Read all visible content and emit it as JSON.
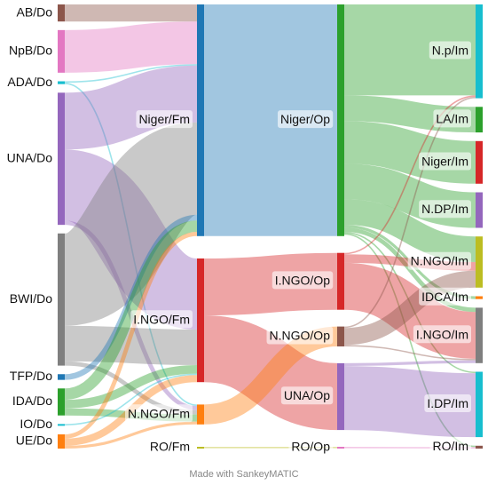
{
  "footer": "Made with SankeyMATIC",
  "nodes": [
    {
      "id": "AB/Do",
      "label": "AB/Do",
      "color": "#8c564b"
    },
    {
      "id": "NpB/Do",
      "label": "NpB/Do",
      "color": "#e377c2"
    },
    {
      "id": "ADA/Do",
      "label": "ADA/Do",
      "color": "#17becf"
    },
    {
      "id": "UNA/Do",
      "label": "UNA/Do",
      "color": "#9467bd"
    },
    {
      "id": "BWI/Do",
      "label": "BWI/Do",
      "color": "#7f7f7f"
    },
    {
      "id": "TFP/Do",
      "label": "TFP/Do",
      "color": "#1f77b4"
    },
    {
      "id": "IDA/Do",
      "label": "IDA/Do",
      "color": "#2ca02c"
    },
    {
      "id": "IO/Do",
      "label": "IO/Do",
      "color": "#17becf"
    },
    {
      "id": "UE/Do",
      "label": "UE/Do",
      "color": "#ff7f0e"
    },
    {
      "id": "Niger/Fm",
      "label": "Niger/Fm",
      "color": "#1f77b4"
    },
    {
      "id": "I.NGO/Fm",
      "label": "I.NGO/Fm",
      "color": "#d62728"
    },
    {
      "id": "N.NGO/Fm",
      "label": "N.NGO/Fm",
      "color": "#ff7f0e"
    },
    {
      "id": "RO/Fm",
      "label": "RO/Fm",
      "color": "#bcbd22"
    },
    {
      "id": "Niger/Op",
      "label": "Niger/Op",
      "color": "#2ca02c"
    },
    {
      "id": "I.NGO/Op",
      "label": "I.NGO/Op",
      "color": "#d62728"
    },
    {
      "id": "N.NGO/Op",
      "label": "N.NGO/Op",
      "color": "#8c564b"
    },
    {
      "id": "UNA/Op",
      "label": "UNA/Op",
      "color": "#9467bd"
    },
    {
      "id": "RO/Op",
      "label": "RO/Op",
      "color": "#e377c2"
    },
    {
      "id": "N.p/Im",
      "label": "N.p/Im",
      "color": "#17becf"
    },
    {
      "id": "LA/Im",
      "label": "LA/Im",
      "color": "#2ca02c"
    },
    {
      "id": "Niger/Im",
      "label": "Niger/Im",
      "color": "#d62728"
    },
    {
      "id": "N.DP/Im",
      "label": "N.DP/Im",
      "color": "#9467bd"
    },
    {
      "id": "N.NGO/Im",
      "label": "N.NGO/Im",
      "color": "#bcbd22"
    },
    {
      "id": "IDCA/Im",
      "label": "IDCA/Im",
      "color": "#ff7f0e"
    },
    {
      "id": "I.NGO/Im",
      "label": "I.NGO/Im",
      "color": "#7f7f7f"
    },
    {
      "id": "I.DP/Im",
      "label": "I.DP/Im",
      "color": "#17becf"
    },
    {
      "id": "RO/Im",
      "label": "RO/Im",
      "color": "#8c564b"
    }
  ],
  "links": [
    {
      "source": "AB/Do",
      "target": "Niger/Fm",
      "value": 12
    },
    {
      "source": "NpB/Do",
      "target": "Niger/Fm",
      "value": 30
    },
    {
      "source": "ADA/Do",
      "target": "Niger/Fm",
      "value": 1
    },
    {
      "source": "ADA/Do",
      "target": "N.NGO/Fm",
      "value": 1
    },
    {
      "source": "UNA/Do",
      "target": "Niger/Fm",
      "value": 40
    },
    {
      "source": "UNA/Do",
      "target": "I.NGO/Fm",
      "value": 50
    },
    {
      "source": "UNA/Do",
      "target": "N.NGO/Fm",
      "value": 3
    },
    {
      "source": "BWI/Do",
      "target": "Niger/Fm",
      "value": 65
    },
    {
      "source": "BWI/Do",
      "target": "I.NGO/Fm",
      "value": 25
    },
    {
      "source": "BWI/Do",
      "target": "N.NGO/Fm",
      "value": 3
    },
    {
      "source": "TFP/Do",
      "target": "Niger/Fm",
      "value": 4
    },
    {
      "source": "IDA/Do",
      "target": "Niger/Fm",
      "value": 8
    },
    {
      "source": "IDA/Do",
      "target": "I.NGO/Fm",
      "value": 6
    },
    {
      "source": "IDA/Do",
      "target": "N.NGO/Fm",
      "value": 5
    },
    {
      "source": "IO/Do",
      "target": "I.NGO/Fm",
      "value": 1
    },
    {
      "source": "UE/Do",
      "target": "Niger/Fm",
      "value": 3
    },
    {
      "source": "UE/Do",
      "target": "I.NGO/Fm",
      "value": 5
    },
    {
      "source": "UE/Do",
      "target": "N.NGO/Fm",
      "value": 2
    },
    {
      "source": "Niger/Fm",
      "target": "Niger/Op",
      "value": 163
    },
    {
      "source": "I.NGO/Fm",
      "target": "I.NGO/Op",
      "value": 40
    },
    {
      "source": "I.NGO/Fm",
      "target": "UNA/Op",
      "value": 47
    },
    {
      "source": "N.NGO/Fm",
      "target": "N.NGO/Op",
      "value": 14
    },
    {
      "source": "RO/Fm",
      "target": "RO/Op",
      "value": 1
    },
    {
      "source": "Niger/Op",
      "target": "N.p/Im",
      "value": 64
    },
    {
      "source": "Niger/Op",
      "target": "LA/Im",
      "value": 18
    },
    {
      "source": "Niger/Op",
      "target": "Niger/Im",
      "value": 30
    },
    {
      "source": "Niger/Op",
      "target": "N.DP/Im",
      "value": 25
    },
    {
      "source": "Niger/Op",
      "target": "N.NGO/Im",
      "value": 18
    },
    {
      "source": "Niger/Op",
      "target": "IDCA/Im",
      "value": 2
    },
    {
      "source": "Niger/Op",
      "target": "I.NGO/Im",
      "value": 3
    },
    {
      "source": "Niger/Op",
      "target": "I.DP/Im",
      "value": 1
    },
    {
      "source": "Niger/Op",
      "target": "RO/Im",
      "value": 1
    },
    {
      "source": "I.NGO/Op",
      "target": "N.p/Im",
      "value": 1
    },
    {
      "source": "I.NGO/Op",
      "target": "N.NGO/Im",
      "value": 6
    },
    {
      "source": "I.NGO/Op",
      "target": "I.NGO/Im",
      "value": 33
    },
    {
      "source": "N.NGO/Op",
      "target": "N.p/Im",
      "value": 1
    },
    {
      "source": "N.NGO/Op",
      "target": "N.NGO/Im",
      "value": 12
    },
    {
      "source": "N.NGO/Op",
      "target": "I.NGO/Im",
      "value": 1
    },
    {
      "source": "UNA/Op",
      "target": "I.NGO/Im",
      "value": 2
    },
    {
      "source": "UNA/Op",
      "target": "I.DP/Im",
      "value": 45
    },
    {
      "source": "RO/Op",
      "target": "RO/Im",
      "value": 1
    }
  ]
}
